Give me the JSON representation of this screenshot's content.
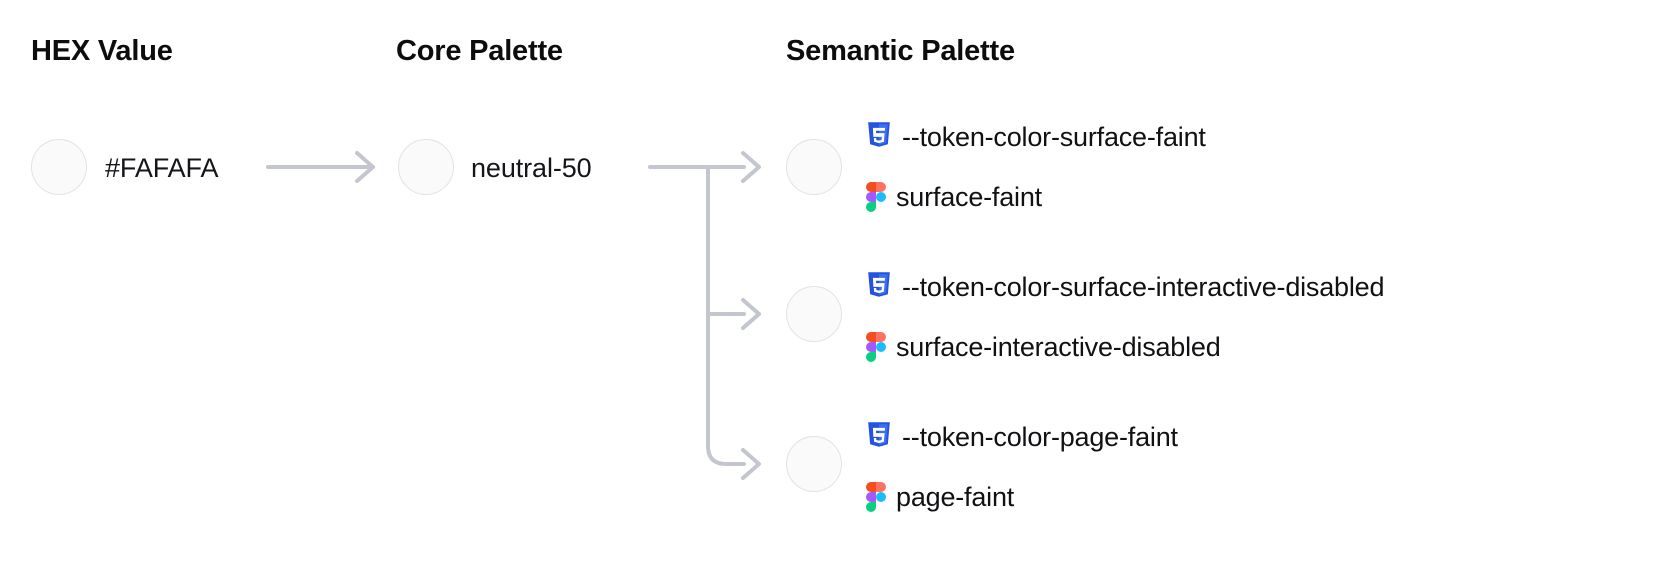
{
  "columns": {
    "hex": "HEX Value",
    "core": "Core Palette",
    "semantic": "Semantic Palette"
  },
  "hex": {
    "swatch_color": "#FAFAFA",
    "label": "#FAFAFA"
  },
  "core": {
    "swatch_color": "#FAFAFA",
    "label": "neutral-50"
  },
  "semantic": {
    "rows": [
      {
        "swatch_color": "#FAFAFA",
        "css_token": "--token-color-surface-faint",
        "figma_token": "surface-faint"
      },
      {
        "swatch_color": "#FAFAFA",
        "css_token": "--token-color-surface-interactive-disabled",
        "figma_token": "surface-interactive-disabled"
      },
      {
        "swatch_color": "#FAFAFA",
        "css_token": "--token-color-page-faint",
        "figma_token": "page-faint"
      }
    ]
  },
  "icons": {
    "css": "css3-icon",
    "figma": "figma-icon",
    "arrow": "arrow-right-icon"
  },
  "colors": {
    "connector": "#C3C6CE",
    "swatch_border": "#E2E2E6",
    "text": "#111114",
    "heading": "#0D0D0F",
    "css_shield_dark": "#2353E0",
    "css_shield_light": "#3C6FF2",
    "figma_orange": "#F24E1E",
    "figma_red": "#FF7262",
    "figma_purple": "#A259FF",
    "figma_blue": "#1ABCFE",
    "figma_green": "#0ACF83"
  }
}
